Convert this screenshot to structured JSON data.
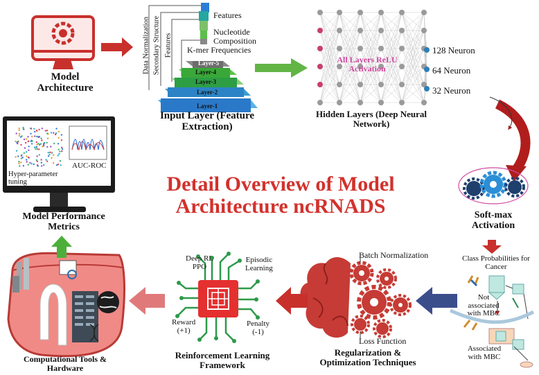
{
  "title": {
    "line1": "Detail Overview of Model",
    "line2": "Architecture ncRNADS"
  },
  "model_architecture": {
    "label_line1": "Model",
    "label_line2": "Architecture"
  },
  "input_layer": {
    "label_line1": "Input Layer (Feature",
    "label_line2": "Extraction)",
    "layers": [
      "Layer-5",
      "Layer-4",
      "Layer-3",
      "Layer-2",
      "Layer-1"
    ],
    "features": [
      "Features",
      "Nucleotide",
      "Composition",
      "K-mer Frequencies"
    ],
    "vertical_labels": [
      "Data Normalization",
      "Secondary Structure",
      "Features"
    ]
  },
  "hidden_layers": {
    "label_line1": "Hidden Layers (Deep Neural",
    "label_line2": "Network)",
    "activation_line1": "All Layers ReLU",
    "activation_line2": "Activation",
    "neurons": [
      "128 Neuron",
      "64 Neuron",
      "32 Neuron"
    ]
  },
  "softmax": {
    "label_line1": "Soft-max",
    "label_line2": "Activation"
  },
  "class_prob": {
    "title_line1": "Class Probabilities for",
    "title_line2": "Cancer",
    "not_line1": "Not",
    "not_line2": "associated",
    "not_line3": "with MBC",
    "assoc_line1": "Associated",
    "assoc_line2": "with MBC"
  },
  "regularization": {
    "label_line1": "Regularization &",
    "label_line2": "Optimization Techniques",
    "batch": "Batch Normalization",
    "loss": "Loss Function"
  },
  "reinforcement": {
    "label_line1": "Reinforcement Learning",
    "label_line2": "Framework",
    "deep_line1": "Deep RL",
    "deep_line2": "PPO",
    "episodic_line1": "Episodic",
    "episodic_line2": "Learning",
    "reward_line1": "Reward",
    "reward_line2": "(+1)",
    "penalty_line1": "Penalty",
    "penalty_line2": "(-1)"
  },
  "computational": {
    "label_line1": "Computational Tools &",
    "label_line2": "Hardware"
  },
  "performance": {
    "label_line1": "Model Performance",
    "label_line2": "Metrics",
    "auc": "AUC-ROC",
    "hyper_line1": "Hyper-parameter",
    "hyper_line2": "tuning"
  },
  "colors": {
    "red": "#c8302c",
    "green": "#4caf3a",
    "blue": "#2c7fb8",
    "navy": "#3b4e8c",
    "pink": "#e07a7a"
  }
}
